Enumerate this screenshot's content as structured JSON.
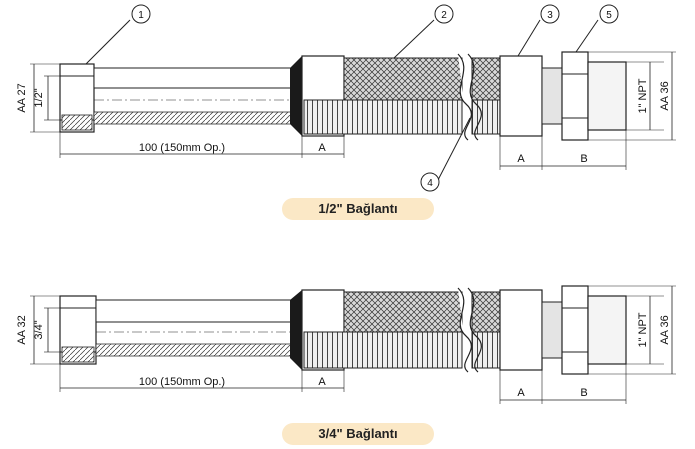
{
  "callouts": [
    "1",
    "2",
    "3",
    "4",
    "5"
  ],
  "top": {
    "title": "1/2\" Bağlantı",
    "left_outer": "AA 27",
    "left_inner": "1/2\"",
    "length": "100 (150mm Op.)",
    "dim_a": "A",
    "dim_a2": "A",
    "dim_b": "B",
    "right_thread": "1\" NPT",
    "right_outer": "AA 36"
  },
  "bottom": {
    "title": "3/4\" Bağlantı",
    "left_outer": "AA 32",
    "left_inner": "3/4\"",
    "length": "100 (150mm Op.)",
    "dim_a": "A",
    "dim_a2": "A",
    "dim_b": "B",
    "right_thread": "1\" NPT",
    "right_outer": "AA 36"
  }
}
